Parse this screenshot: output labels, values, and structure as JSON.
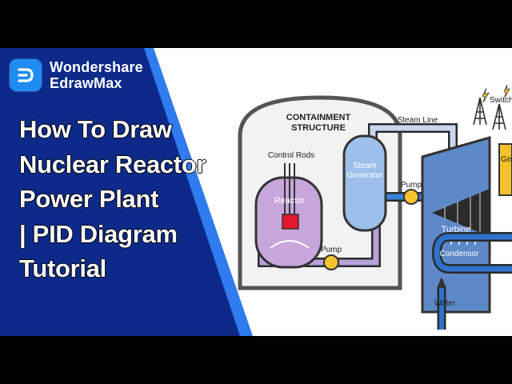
{
  "brand": {
    "line1": "Wondershare",
    "line2": "EdrawMax",
    "logo_icon": "edrawmax-logo-icon",
    "accent": "#1e8cf0",
    "panel_color": "#0d2a8a",
    "stripe_color": "#2f7bef"
  },
  "title_lines": [
    "How To Draw",
    "Nuclear Reactor",
    "Power Plant",
    "| PID Diagram",
    "Tutorial"
  ],
  "diagram": {
    "containment_line1": "CONTAINMENT",
    "containment_line2": "STRUCTURE",
    "control_rods": "Control Rods",
    "reactor": "Reactor",
    "steam_gen_line1": "Steam",
    "steam_gen_line2": "Generator",
    "steam_line": "Steam Line",
    "pump_primary": "Pump",
    "pump_secondary": "Pump",
    "turbine": "Turbine",
    "condenser": "Condensor",
    "water": "Water",
    "switchyard": "Switchy",
    "generator": "Ge"
  }
}
